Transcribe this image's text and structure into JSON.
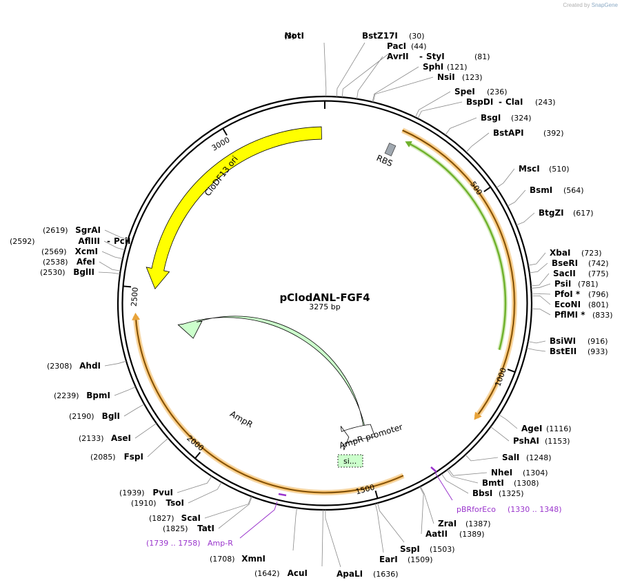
{
  "credit": {
    "prefix": "Created by",
    "brand": "SnapGene"
  },
  "plasmid": {
    "name": "pClodANL-FGF4",
    "size_label": "3275 bp",
    "length": 3275
  },
  "ticks": [
    "500",
    "1000",
    "1500",
    "2000",
    "2500",
    "3000"
  ],
  "features": [
    {
      "id": "cdf",
      "label": "CloDF13 ori",
      "color": "#ffff00"
    },
    {
      "id": "ampr",
      "label": "AmpR",
      "color": "#ccffcc"
    },
    {
      "id": "amppromoter",
      "label": "AmpR promoter",
      "color": "#ffffff"
    },
    {
      "id": "signal",
      "label": "si...",
      "color": "#ccffcc"
    },
    {
      "id": "rbs",
      "label": "RBS",
      "color": "#a0a8b0"
    },
    {
      "id": "orange_cw",
      "label": "",
      "color": "#e8a33a"
    },
    {
      "id": "orange_ccw",
      "label": "",
      "color": "#e8a33a"
    },
    {
      "id": "green_arc",
      "label": "",
      "color": "#6fb12c"
    }
  ],
  "enzymes": [
    {
      "name": "NotI",
      "pos": "(3)"
    },
    {
      "name": "BstZ17I",
      "pos": "(30)"
    },
    {
      "name": "PacI",
      "pos": "(44)"
    },
    {
      "name": "AvrII",
      "name2": "StyI",
      "pos": "(81)"
    },
    {
      "name": "SphI",
      "pos": "(121)"
    },
    {
      "name": "NsiI",
      "pos": "(123)"
    },
    {
      "name": "SpeI",
      "pos": "(236)"
    },
    {
      "name": "BspDI",
      "name2": "ClaI",
      "pos": "(243)"
    },
    {
      "name": "BsgI",
      "pos": "(324)"
    },
    {
      "name": "BstAPI",
      "pos": "(392)"
    },
    {
      "name": "MscI",
      "pos": "(510)"
    },
    {
      "name": "BsmI",
      "pos": "(564)"
    },
    {
      "name": "BtgZI",
      "pos": "(617)"
    },
    {
      "name": "XbaI",
      "pos": "(723)"
    },
    {
      "name": "BseRI",
      "pos": "(742)"
    },
    {
      "name": "SacII",
      "pos": "(775)"
    },
    {
      "name": "PsiI",
      "pos": "(781)"
    },
    {
      "name": "PfoI *",
      "pos": "(796)"
    },
    {
      "name": "EcoNI",
      "pos": "(801)"
    },
    {
      "name": "PflMI *",
      "pos": "(833)"
    },
    {
      "name": "BsiWI",
      "pos": "(916)"
    },
    {
      "name": "BstEII",
      "pos": "(933)"
    },
    {
      "name": "AgeI",
      "pos": "(1116)"
    },
    {
      "name": "PshAI",
      "pos": "(1153)"
    },
    {
      "name": "SalI",
      "pos": "(1248)"
    },
    {
      "name": "NheI",
      "pos": "(1304)"
    },
    {
      "name": "BmtI",
      "pos": "(1308)"
    },
    {
      "name": "BbsI",
      "pos": "(1325)"
    },
    {
      "name": "ZraI",
      "pos": "(1387)"
    },
    {
      "name": "AatII",
      "pos": "(1389)"
    },
    {
      "name": "SspI",
      "pos": "(1503)"
    },
    {
      "name": "EarI",
      "pos": "(1509)"
    },
    {
      "name": "ApaLI",
      "pos": "(1636)"
    },
    {
      "name": "AcuI",
      "pos": "(1642)"
    },
    {
      "name": "XmnI",
      "pos": "(1708)"
    },
    {
      "name": "TatI",
      "pos": "(1825)"
    },
    {
      "name": "ScaI",
      "pos": "(1827)"
    },
    {
      "name": "TsoI",
      "pos": "(1910)"
    },
    {
      "name": "PvuI",
      "pos": "(1939)"
    },
    {
      "name": "FspI",
      "pos": "(2085)"
    },
    {
      "name": "AseI",
      "pos": "(2133)"
    },
    {
      "name": "BglI",
      "pos": "(2190)"
    },
    {
      "name": "BpmI",
      "pos": "(2239)"
    },
    {
      "name": "AhdI",
      "pos": "(2308)"
    },
    {
      "name": "BglII",
      "pos": "(2530)"
    },
    {
      "name": "AfeI",
      "pos": "(2538)"
    },
    {
      "name": "XcmI",
      "pos": "(2569)"
    },
    {
      "name": "AflIII",
      "name2": "PciI",
      "pos": "(2592)"
    },
    {
      "name": "SgrAI",
      "pos": "(2619)"
    }
  ],
  "primers": [
    {
      "name": "pBRforEco",
      "range": "(1330 .. 1348)"
    },
    {
      "name": "Amp-R",
      "range": "(1739 .. 1758)"
    }
  ]
}
